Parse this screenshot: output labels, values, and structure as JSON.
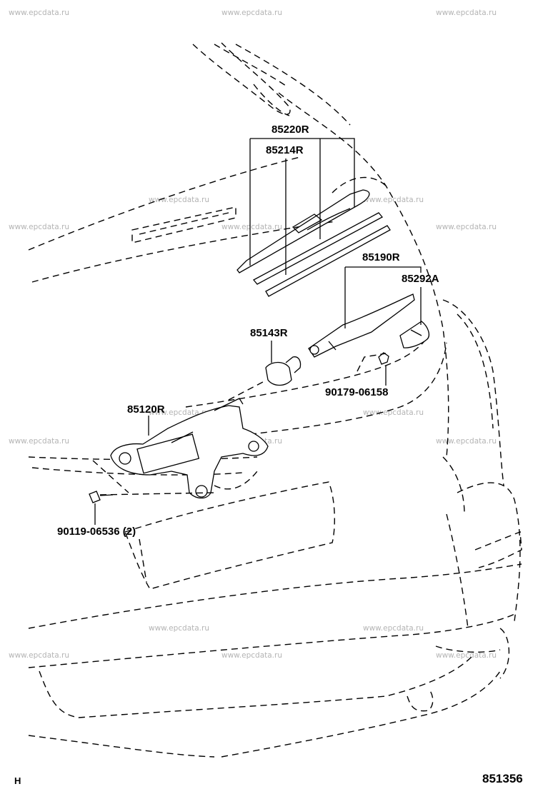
{
  "watermark": "www.epcdata.ru",
  "parts": {
    "rear_wiper_blade": "85220R",
    "wiper_blade_rubber": "85214R",
    "wiper_arm": "85190R",
    "arm_cover": "85292A",
    "pivot_cap": "85143R",
    "nut": "90179-06158",
    "wiper_motor": "85120R",
    "bolt": "90119-06536 (2)"
  },
  "corner_left": "H",
  "diagram_number": "851356"
}
